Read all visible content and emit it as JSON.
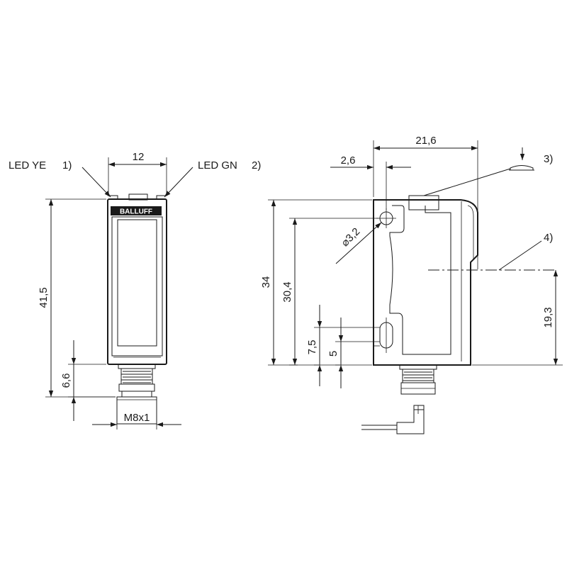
{
  "front_view": {
    "led_ye": "LED YE",
    "led_ye_note": "1)",
    "led_gn": "LED GN",
    "led_gn_note": "2)",
    "brand": "BALLUFF",
    "width": "12",
    "height": "41,5",
    "connector_length": "6,6",
    "thread": "M8x1"
  },
  "side_view": {
    "total_width": "21,6",
    "hole_offset": "2,6",
    "height": "34",
    "hole_spacing": "30,4",
    "hole_diameter": "⌀3,2",
    "slot_length": "7,5",
    "slot_width": "5",
    "optical_axis_height": "19,3",
    "note_3": "3)",
    "note_4": "4)"
  }
}
